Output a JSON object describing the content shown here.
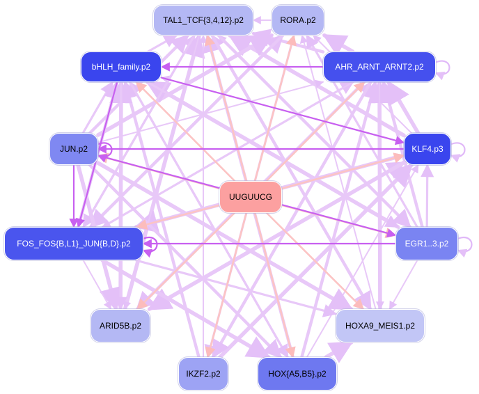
{
  "diagram": {
    "nodes": [
      {
        "id": "tal1",
        "label": "TAL1_TCF{3,4,12}.p2",
        "fill": "#b4b8f4",
        "text": "#000000"
      },
      {
        "id": "rora",
        "label": "RORA.p2",
        "fill": "#b4b8f4",
        "text": "#000000"
      },
      {
        "id": "bhlh",
        "label": "bHLH_family.p2",
        "fill": "#3a45ee",
        "text": "#ffffff"
      },
      {
        "id": "ahr",
        "label": "AHR_ARNT_ARNT2.p2",
        "fill": "#4550ee",
        "text": "#ffffff"
      },
      {
        "id": "jun",
        "label": "JUN.p2",
        "fill": "#7f88f2",
        "text": "#000000"
      },
      {
        "id": "klf4",
        "label": "KLF4.p3",
        "fill": "#3a45ee",
        "text": "#ffffff"
      },
      {
        "id": "center",
        "label": "UUGUUCG",
        "fill": "#fca0a0",
        "text": "#000000"
      },
      {
        "id": "fos",
        "label": "FOS_FOS{B,L1}_JUN{B,D}.p2",
        "fill": "#4a55ee",
        "text": "#ffffff"
      },
      {
        "id": "egr",
        "label": "EGR1..3.p2",
        "fill": "#7a84f2",
        "text": "#ffffff"
      },
      {
        "id": "arid",
        "label": "ARID5B.p2",
        "fill": "#b4b8f4",
        "text": "#000000"
      },
      {
        "id": "hoxa9",
        "label": "HOXA9_MEIS1.p2",
        "fill": "#c2c6f6",
        "text": "#000000"
      },
      {
        "id": "ikzf2",
        "label": "IKZF2.p2",
        "fill": "#9da3f4",
        "text": "#000000"
      },
      {
        "id": "hoxab",
        "label": "HOX{A5,B5}.p2",
        "fill": "#6e78f0",
        "text": "#000000"
      }
    ],
    "edges": [
      {
        "from": "center",
        "to": "tal1",
        "type": "red"
      },
      {
        "from": "center",
        "to": "rora",
        "type": "red"
      },
      {
        "from": "center",
        "to": "bhlh",
        "type": "red"
      },
      {
        "from": "center",
        "to": "ahr",
        "type": "red"
      },
      {
        "from": "center",
        "to": "jun",
        "type": "red"
      },
      {
        "from": "center",
        "to": "klf4",
        "type": "red"
      },
      {
        "from": "center",
        "to": "fos",
        "type": "red"
      },
      {
        "from": "center",
        "to": "egr",
        "type": "red"
      },
      {
        "from": "center",
        "to": "arid",
        "type": "red"
      },
      {
        "from": "center",
        "to": "hoxa9",
        "type": "red"
      },
      {
        "from": "center",
        "to": "ikzf2",
        "type": "red"
      },
      {
        "from": "center",
        "to": "hoxab",
        "type": "red"
      },
      {
        "from": "jun",
        "to": "fos",
        "type": "purple"
      },
      {
        "from": "jun",
        "to": "egr",
        "type": "purple"
      },
      {
        "from": "klf4",
        "to": "jun",
        "type": "purple"
      },
      {
        "from": "bhlh",
        "to": "klf4",
        "type": "purple"
      },
      {
        "from": "ahr",
        "to": "bhlh",
        "type": "purple"
      },
      {
        "from": "egr",
        "to": "fos",
        "type": "purple"
      },
      {
        "from": "bhlh",
        "to": "fos",
        "type": "purple"
      },
      {
        "from": "rora",
        "to": "tal1",
        "type": "light"
      },
      {
        "from": "bhlh",
        "to": "tal1",
        "type": "light"
      },
      {
        "from": "ahr",
        "to": "tal1",
        "type": "light"
      },
      {
        "from": "klf4",
        "to": "tal1",
        "type": "light"
      },
      {
        "from": "egr",
        "to": "tal1",
        "type": "light"
      },
      {
        "from": "fos",
        "to": "tal1",
        "type": "light"
      },
      {
        "from": "jun",
        "to": "tal1",
        "type": "light"
      },
      {
        "from": "arid",
        "to": "tal1",
        "type": "light"
      },
      {
        "from": "ikzf2",
        "to": "tal1",
        "type": "light"
      },
      {
        "from": "hoxa9",
        "to": "tal1",
        "type": "light"
      },
      {
        "from": "hoxab",
        "to": "tal1",
        "type": "light"
      },
      {
        "from": "ahr",
        "to": "rora",
        "type": "light"
      },
      {
        "from": "klf4",
        "to": "rora",
        "type": "light"
      },
      {
        "from": "egr",
        "to": "rora",
        "type": "light"
      },
      {
        "from": "fos",
        "to": "rora",
        "type": "light"
      },
      {
        "from": "jun",
        "to": "rora",
        "type": "light"
      },
      {
        "from": "hoxa9",
        "to": "rora",
        "type": "light"
      },
      {
        "from": "jun",
        "to": "bhlh",
        "type": "light"
      },
      {
        "from": "fos",
        "to": "bhlh",
        "type": "light"
      },
      {
        "from": "egr",
        "to": "bhlh",
        "type": "light"
      },
      {
        "from": "klf4",
        "to": "bhlh",
        "type": "light"
      },
      {
        "from": "hoxab",
        "to": "bhlh",
        "type": "light"
      },
      {
        "from": "ikzf2",
        "to": "bhlh",
        "type": "light"
      },
      {
        "from": "arid",
        "to": "bhlh",
        "type": "light"
      },
      {
        "from": "jun",
        "to": "ahr",
        "type": "light"
      },
      {
        "from": "fos",
        "to": "ahr",
        "type": "light"
      },
      {
        "from": "egr",
        "to": "ahr",
        "type": "light"
      },
      {
        "from": "klf4",
        "to": "ahr",
        "type": "light"
      },
      {
        "from": "arid",
        "to": "ahr",
        "type": "light"
      },
      {
        "from": "ikzf2",
        "to": "ahr",
        "type": "light"
      },
      {
        "from": "hoxab",
        "to": "ahr",
        "type": "light"
      },
      {
        "from": "hoxa9",
        "to": "ahr",
        "type": "light"
      },
      {
        "from": "fos",
        "to": "klf4",
        "type": "light"
      },
      {
        "from": "egr",
        "to": "klf4",
        "type": "light"
      },
      {
        "from": "arid",
        "to": "klf4",
        "type": "light"
      },
      {
        "from": "ikzf2",
        "to": "klf4",
        "type": "light"
      },
      {
        "from": "hoxab",
        "to": "klf4",
        "type": "light"
      },
      {
        "from": "tal1",
        "to": "fos",
        "type": "light"
      },
      {
        "from": "rora",
        "to": "fos",
        "type": "light"
      },
      {
        "from": "klf4",
        "to": "fos",
        "type": "light"
      },
      {
        "from": "ahr",
        "to": "fos",
        "type": "light"
      },
      {
        "from": "bhlh",
        "to": "egr",
        "type": "light"
      },
      {
        "from": "tal1",
        "to": "egr",
        "type": "light"
      },
      {
        "from": "jun",
        "to": "arid",
        "type": "light"
      },
      {
        "from": "fos",
        "to": "arid",
        "type": "light"
      },
      {
        "from": "bhlh",
        "to": "arid",
        "type": "light"
      },
      {
        "from": "ahr",
        "to": "arid",
        "type": "light"
      },
      {
        "from": "klf4",
        "to": "arid",
        "type": "light"
      },
      {
        "from": "tal1",
        "to": "arid",
        "type": "light"
      },
      {
        "from": "bhlh",
        "to": "hoxab",
        "type": "light"
      },
      {
        "from": "jun",
        "to": "hoxab",
        "type": "light"
      },
      {
        "from": "fos",
        "to": "hoxab",
        "type": "light"
      },
      {
        "from": "tal1",
        "to": "hoxab",
        "type": "light"
      },
      {
        "from": "rora",
        "to": "ikzf2",
        "type": "light"
      },
      {
        "from": "ahr",
        "to": "ikzf2",
        "type": "light"
      },
      {
        "from": "jun",
        "to": "hoxa9",
        "type": "light"
      },
      {
        "from": "ahr",
        "to": "hoxa9",
        "type": "light"
      },
      {
        "from": "fos",
        "to": "hoxa9",
        "type": "light"
      },
      {
        "from": "tal1",
        "to": "hoxa9",
        "type": "light"
      },
      {
        "from": "hoxab",
        "to": "hoxa9",
        "type": "light"
      },
      {
        "from": "egr",
        "to": "hoxa9",
        "type": "light"
      }
    ],
    "self_loops": [
      "ahr",
      "klf4",
      "egr",
      "fos",
      "jun"
    ],
    "colors": {
      "red": "#fcc4c4",
      "purple": "#c860f0",
      "light": "#e8c8f8"
    }
  }
}
